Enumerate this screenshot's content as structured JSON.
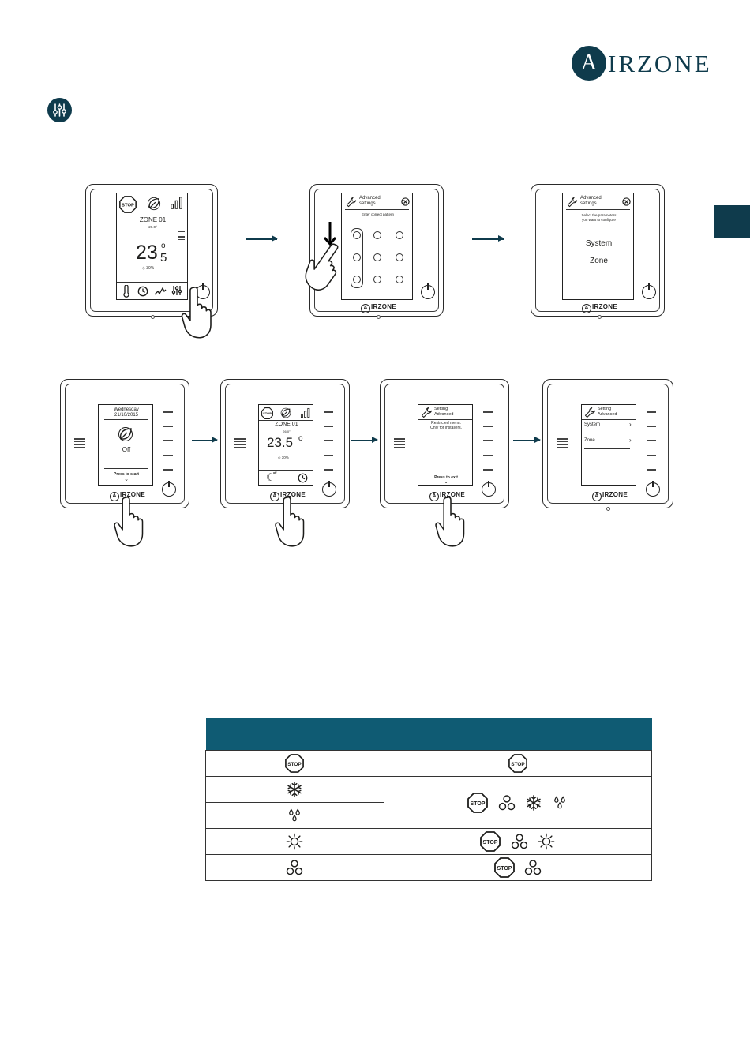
{
  "header": {
    "logo_letter": "A",
    "logo_text": "IRZONE",
    "menu_icon": "settings-sliders-icon",
    "accent_color": "#0f3b4c",
    "table_header_color": "#0f5b73"
  },
  "top_row": {
    "screen1": {
      "zone": "ZONE 01",
      "setpoint": "26.0°",
      "temp_int": "23",
      "temp_dec": "5",
      "humidity": "30%",
      "top_icons": [
        "stop-icon",
        "eco-leaf-icon",
        "signal-bars-icon"
      ],
      "bottom_icons": [
        "thermometer-icon",
        "clock-icon",
        "curve-icon",
        "sliders-icon"
      ]
    },
    "screen2": {
      "title_line1": "Advanced",
      "title_line2": "settings",
      "instruction": "Enter correct pattern"
    },
    "screen3": {
      "title_line1": "Advanced",
      "title_line2": "settings",
      "instruction_line1": "Select the parameters",
      "instruction_line2": "you want to configure",
      "option1": "System",
      "option2": "Zone"
    }
  },
  "bottom_row": {
    "screen1": {
      "day": "Wednesday",
      "date": "21/10/2015",
      "state": "Off",
      "action": "Press to start"
    },
    "screen2": {
      "zone": "ZONE 01",
      "setpoint": "26.0°",
      "temp": "23.5",
      "degree": "o",
      "humidity": "30%",
      "moon_badge": "off"
    },
    "screen3": {
      "title_line1": "Setting",
      "title_line2": "Advanced",
      "note_line1": "Restricted menu.",
      "note_line2": "Only for installers.",
      "action": "Press to exit"
    },
    "screen4": {
      "title_line1": "Setting",
      "title_line2": "Advanced",
      "option1": "System",
      "option2": "Zone"
    }
  },
  "brand_label": "IRZONE",
  "brand_letter": "A",
  "table": {
    "headers": [
      "",
      ""
    ],
    "rows": [
      {
        "left": [
          "stop-icon"
        ],
        "right": [
          "stop-icon"
        ]
      },
      {
        "left": [
          "snowflake-cool-icon"
        ],
        "right": [
          "stop-icon",
          "fan-icon",
          "snowflake-cool-icon",
          "drops-dry-icon"
        ]
      },
      {
        "left": [
          "drops-dry-icon"
        ],
        "right": []
      },
      {
        "left": [
          "sun-heat-icon"
        ],
        "right": [
          "stop-icon",
          "fan-icon",
          "sun-heat-icon"
        ]
      },
      {
        "left": [
          "fan-icon"
        ],
        "right": [
          "stop-icon",
          "fan-icon"
        ]
      }
    ],
    "stop_label": "STOP"
  }
}
